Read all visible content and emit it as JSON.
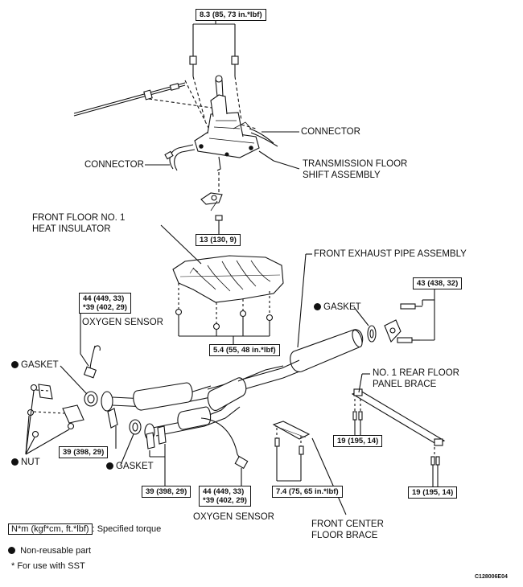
{
  "torques": {
    "shift_bolts": "8.3 (85, 73 in.*lbf)",
    "shift_nut": "13 (130, 9)",
    "insulator": "5.4 (55, 48 in.*lbf)",
    "rear_flange": "43 (438, 32)",
    "sensor_upper_1": "44 (449, 33)",
    "sensor_upper_2": "*39 (402, 29)",
    "front_nut_left": "39 (398, 29)",
    "front_nut_right": "39 (398, 29)",
    "sensor_lower_1": "44 (449, 33)",
    "sensor_lower_2": "*39 (402, 29)",
    "center_brace": "7.4 (75, 65 in.*lbf)",
    "rear_brace_left": "19 (195, 14)",
    "rear_brace_right": "19 (195, 14)"
  },
  "labels": {
    "connector_right": "CONNECTOR",
    "connector_left": "CONNECTOR",
    "shift_line1": "TRANSMISSION FLOOR",
    "shift_line2": "SHIFT ASSEMBLY",
    "insulator_line1": "FRONT FLOOR NO. 1",
    "insulator_line2": "HEAT INSULATOR",
    "exhaust_pipe": "FRONT EXHAUST PIPE ASSEMBLY",
    "oxygen_upper": "OXYGEN SENSOR",
    "gasket_rear": "GASKET",
    "gasket_left": "GASKET",
    "gasket_mid": "GASKET",
    "nut": "NUT",
    "rear_brace_line1": "NO. 1 REAR FLOOR",
    "rear_brace_line2": "PANEL BRACE",
    "oxygen_lower": "OXYGEN SENSOR",
    "center_brace_line1": "FRONT CENTER",
    "center_brace_line2": "FLOOR BRACE"
  },
  "legend": {
    "torque_key": "N*m (kgf*cm, ft.*lbf)",
    "torque_desc": ": Specified torque",
    "non_reusable": "Non-reusable part",
    "sst": "* For use with SST"
  },
  "figure_code": "C128006E04"
}
